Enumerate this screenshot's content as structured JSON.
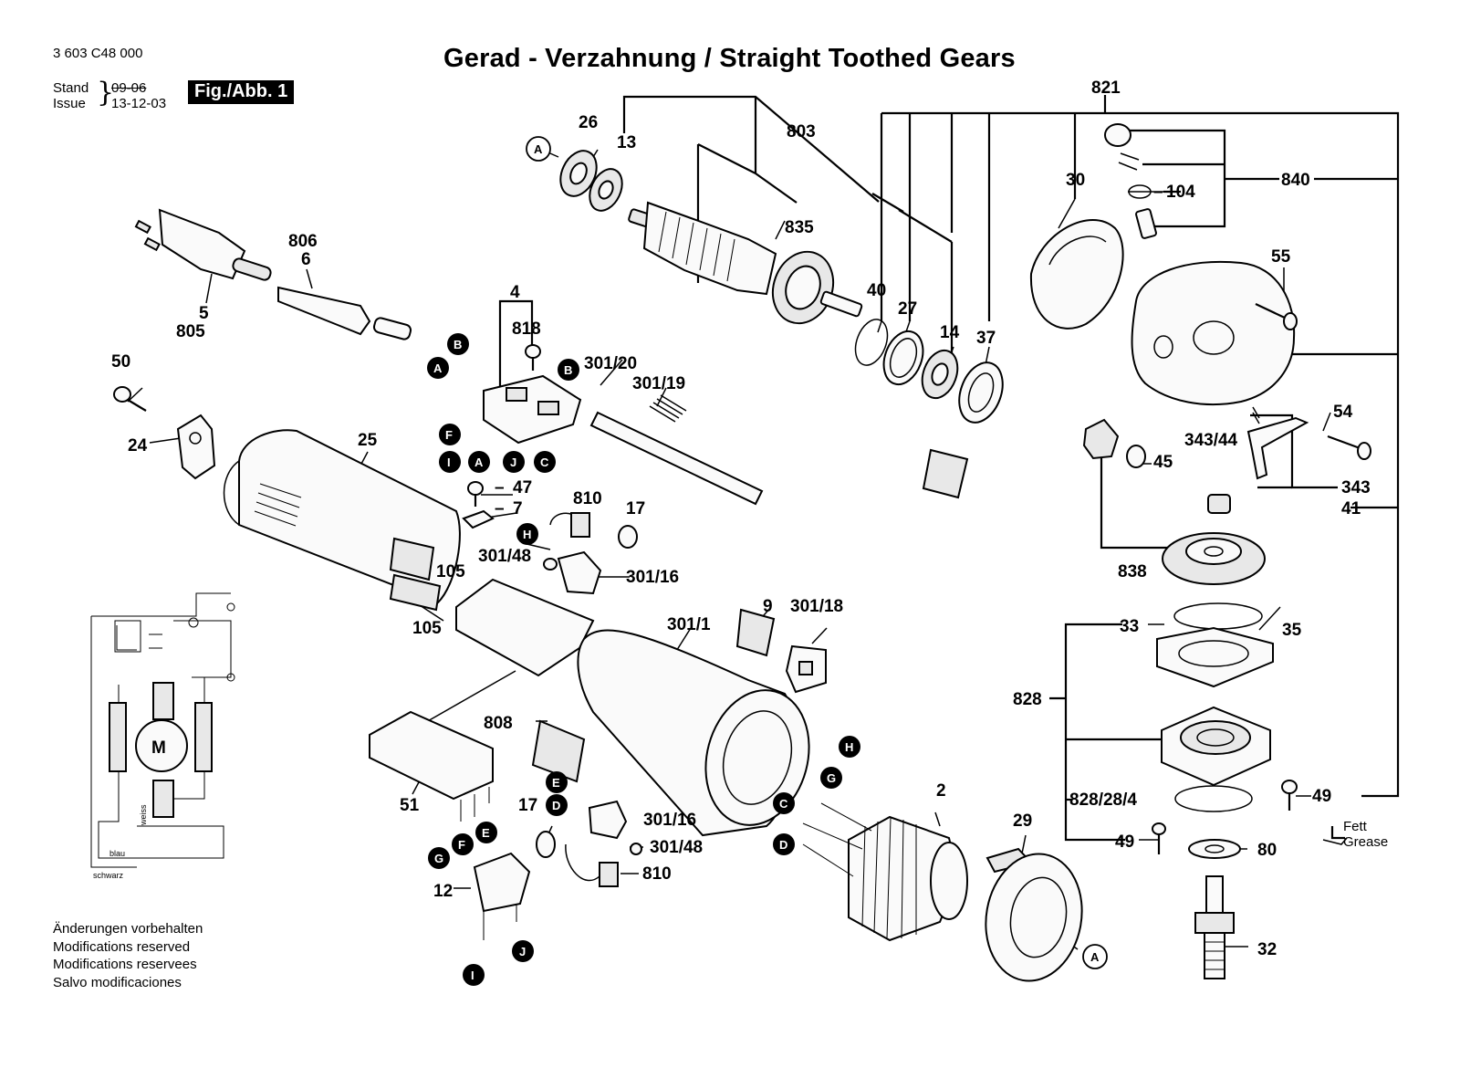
{
  "header": {
    "part_number": "3 603 C48 000",
    "title": "Gerad - Verzahnung / Straight Toothed Gears",
    "stand_label": "Stand",
    "issue_label": "Issue",
    "stand_date_old": "09-06",
    "issue_date": "13-12-03",
    "figure_label": "Fig./Abb. 1"
  },
  "disclaimer": {
    "de": "Änderungen vorbehalten",
    "en": "Modifications reserved",
    "fr": "Modifications reservees",
    "es": "Salvo modificaciones"
  },
  "grease": {
    "de": "Fett",
    "en": "Grease"
  },
  "wiring": {
    "motor": "M",
    "wire_weiss": "weiss",
    "wire_blau": "blau",
    "wire_schwarz": "schwarz"
  },
  "labels": {
    "p821": "821",
    "p26": "26",
    "p13": "13",
    "p803": "803",
    "p30": "30",
    "p840": "840",
    "p104": "104",
    "p835": "835",
    "p806": "806",
    "p6": "6",
    "p5": "5",
    "p805": "805",
    "p4": "4",
    "p818": "818",
    "p301_20": "301/20",
    "p301_19": "301/19",
    "p40": "40",
    "p27": "27",
    "p14": "14",
    "p37": "37",
    "p55": "55",
    "p50": "50",
    "p24": "24",
    "p25": "25",
    "p47": "47",
    "p7": "7",
    "p810a": "810",
    "p17a": "17",
    "p301_48a": "301/48",
    "p301_16a": "301/16",
    "p105a": "105",
    "p105b": "105",
    "p54": "54",
    "p343_44": "343/44",
    "p45": "45",
    "p343": "343",
    "p41": "41",
    "p838": "838",
    "p9": "9",
    "p301_18": "301/18",
    "p301_1": "301/1",
    "p33": "33",
    "p35": "35",
    "p828": "828",
    "p808": "808",
    "p51": "51",
    "p17b": "17",
    "p301_16b": "301/16",
    "p301_48b": "301/48",
    "p810b": "810",
    "p12": "12",
    "p2": "2",
    "p29": "29",
    "p49a": "49",
    "p828_28_4": "828/28/4",
    "p49b": "49",
    "p80": "80",
    "p32": "32"
  },
  "callouts": {
    "A": "A",
    "B": "B",
    "C": "C",
    "D": "D",
    "E": "E",
    "F": "F",
    "G": "G",
    "H": "H",
    "I": "I",
    "J": "J"
  }
}
